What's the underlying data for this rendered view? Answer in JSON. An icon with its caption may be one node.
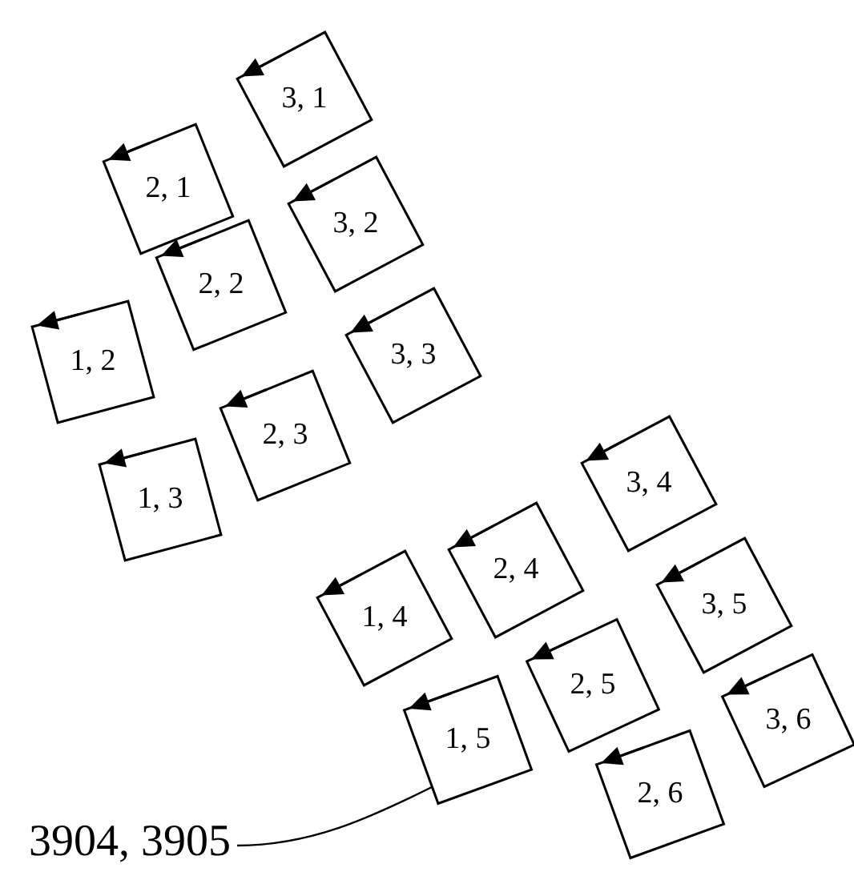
{
  "diagram": {
    "nodes": [
      {
        "text": [
          "3, 1"
        ]
      },
      {
        "text": [
          "2, 1"
        ]
      },
      {
        "text": [
          "3, 2"
        ]
      },
      {
        "text": [
          "2, 2"
        ]
      },
      {
        "text": [
          "1, 2"
        ]
      },
      {
        "text": [
          "3, 3"
        ]
      },
      {
        "text": [
          "2, 3"
        ]
      },
      {
        "text": [
          "1, 3"
        ]
      },
      {
        "text": [
          "3, 4"
        ]
      },
      {
        "text": [
          "2, 4"
        ]
      },
      {
        "text": [
          "1, 4"
        ]
      },
      {
        "text": [
          "3, 5"
        ]
      },
      {
        "text": [
          "2, 5"
        ]
      },
      {
        "text": [
          "1, 5"
        ]
      },
      {
        "text": [
          "3, 6"
        ]
      },
      {
        "text": [
          "2, 6"
        ]
      },
      {
        "text": [
          "3904, 3905"
        ]
      }
    ],
    "edges": [
      {
        "from": 16,
        "to": 13,
        "arrow": "none"
      }
    ]
  }
}
